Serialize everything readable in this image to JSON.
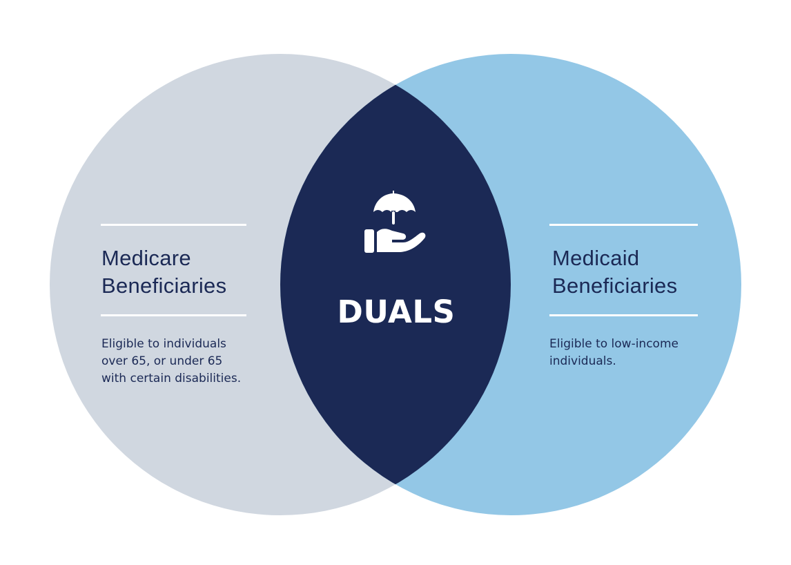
{
  "diagram": {
    "type": "venn",
    "colors": {
      "left_circle": "#d0d7e0",
      "right_circle": "#93c7e6",
      "overlap": "#1b2955",
      "text_dark": "#1b2955",
      "text_light": "#ffffff"
    },
    "sets": [
      {
        "id": "medicare",
        "title_lines": [
          "Medicare",
          "Beneficiaries"
        ],
        "description_lines": [
          "Eligible to individuals",
          "over 65, or under 65",
          "with certain disabilities."
        ]
      },
      {
        "id": "medicaid",
        "title_lines": [
          "Medicaid",
          "Beneficiaries"
        ],
        "description_lines": [
          "Eligible to low-income",
          "individuals."
        ]
      }
    ],
    "intersection": {
      "label": "DUALS",
      "icon": "umbrella-hand-icon"
    }
  }
}
